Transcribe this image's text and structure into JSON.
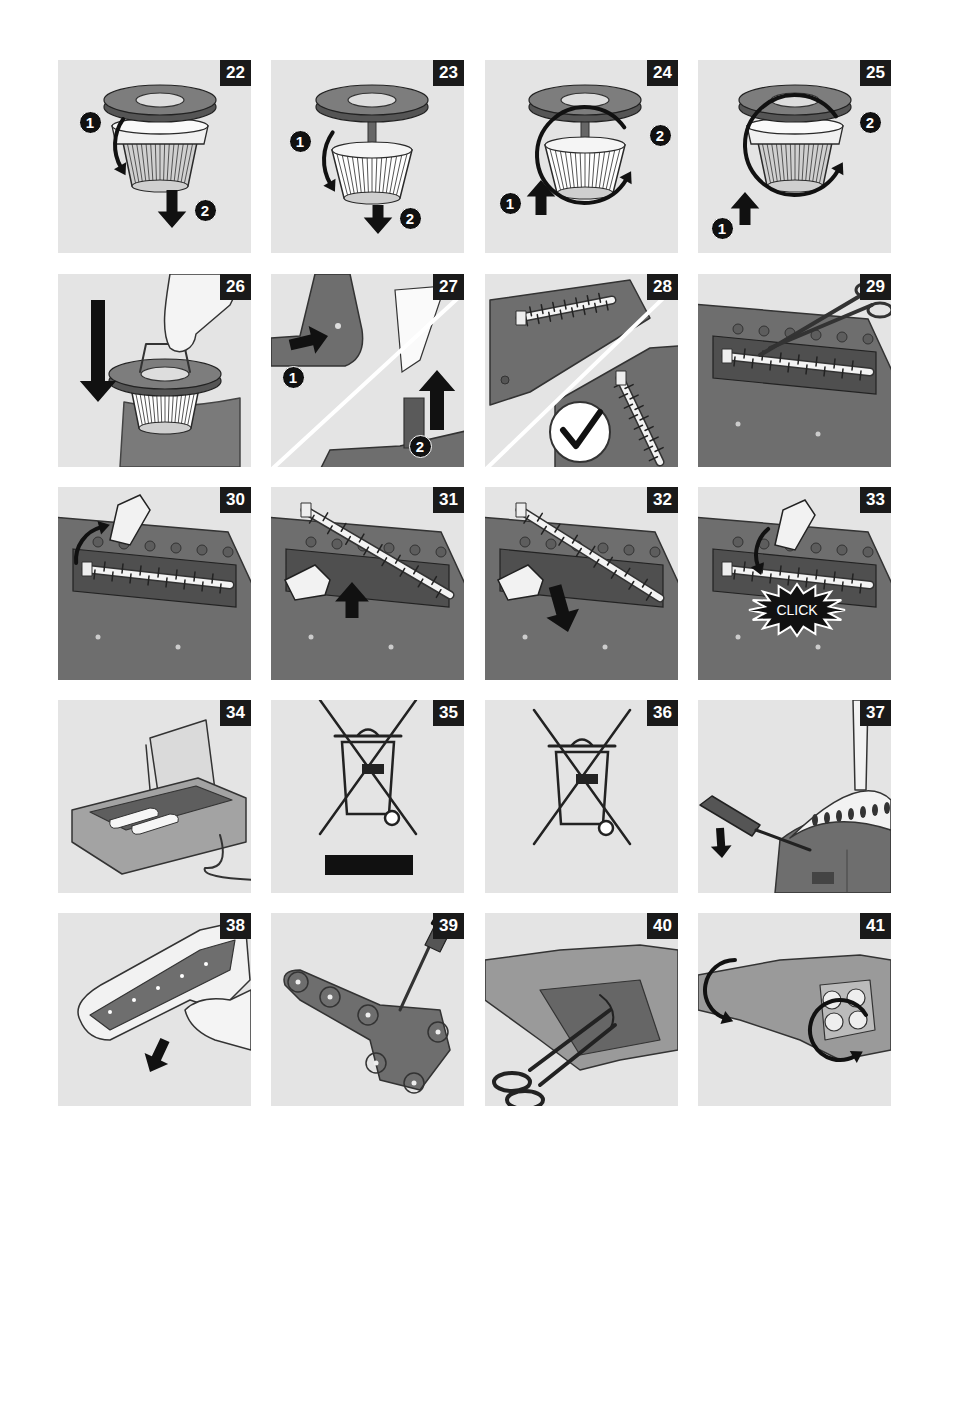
{
  "diagram": {
    "labels": [
      "22",
      "1",
      "2",
      "23",
      "1",
      "2",
      "24",
      "1",
      "2",
      "25",
      "1",
      "2",
      "26",
      "27",
      "1",
      "2",
      "28",
      "29",
      "30",
      "31",
      "32",
      "33",
      "CLICK",
      "34",
      "35",
      "36",
      "37",
      "38",
      "39",
      "40",
      "41"
    ]
  }
}
